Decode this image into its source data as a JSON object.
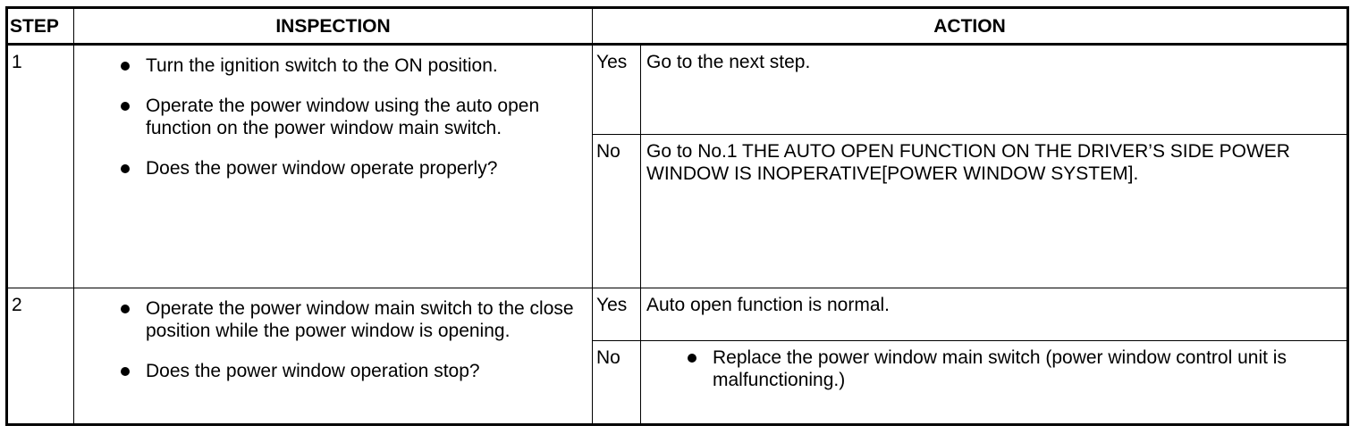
{
  "headers": {
    "step": "STEP",
    "inspection": "INSPECTION",
    "action": "ACTION"
  },
  "rows": [
    {
      "step": "1",
      "inspection": [
        "Turn the ignition switch to the ON position.",
        "Operate the power window using the auto open function on the power window main switch.",
        "Does the power window operate properly?"
      ],
      "yes_label": "Yes",
      "yes_action": "Go to the next step.",
      "no_label": "No",
      "no_action": "Go to No.1 THE AUTO OPEN FUNCTION ON THE DRIVER’S SIDE POWER WINDOW IS INOPERATIVE[POWER WINDOW SYSTEM]."
    },
    {
      "step": "2",
      "inspection": [
        "Operate the power window main switch to the close position while the power window is opening.",
        "Does the power window operation stop?"
      ],
      "yes_label": "Yes",
      "yes_action": "Auto open function is normal.",
      "no_label": "No",
      "no_action_bullets": [
        "Replace the power window main switch (power window control unit is malfunctioning.)"
      ]
    }
  ]
}
